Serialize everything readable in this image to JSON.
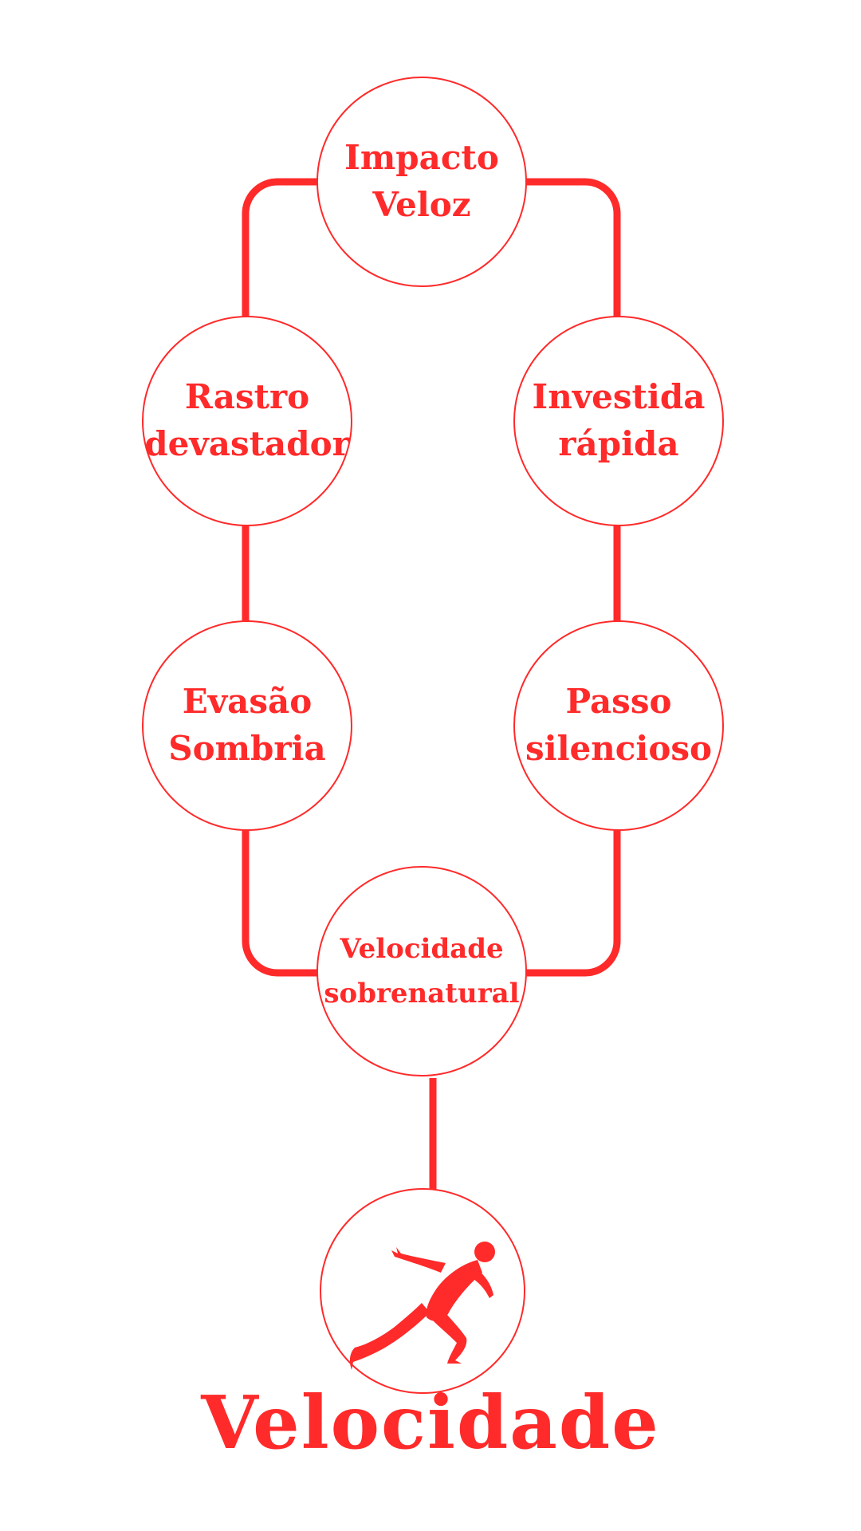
{
  "accent_color": "#ff2a2a",
  "nodes": {
    "top": {
      "line1": "Impacto",
      "line2": "Veloz"
    },
    "left_upper": {
      "line1": "Rastro",
      "line2": "devastador"
    },
    "right_upper": {
      "line1": "Investida",
      "line2": "rápida"
    },
    "left_lower": {
      "line1": "Evasão",
      "line2": "Sombria"
    },
    "right_lower": {
      "line1": "Passo",
      "line2": "silencioso"
    },
    "bottom": {
      "line1": "Velocidade",
      "line2": "sobrenatural"
    }
  },
  "root": {
    "icon": "running-sprinter-icon",
    "title": "Velocidade"
  }
}
